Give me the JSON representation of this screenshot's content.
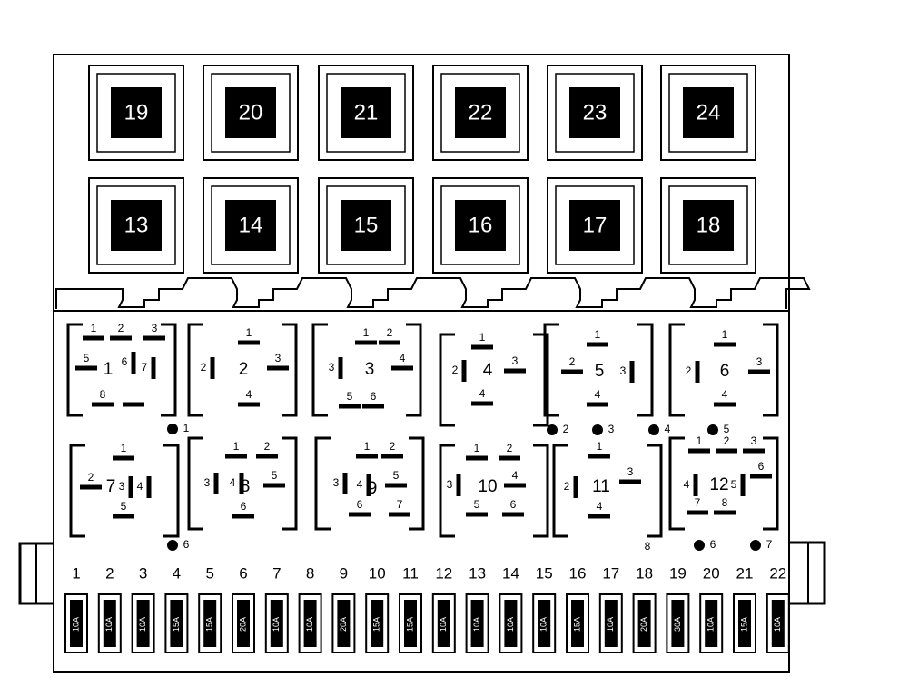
{
  "relays_top": [
    "19",
    "20",
    "21",
    "22",
    "23",
    "24"
  ],
  "relays_mid": [
    "13",
    "14",
    "15",
    "16",
    "17",
    "18"
  ],
  "relay_positions": [
    {
      "number": "1",
      "pins": [
        "1",
        "2",
        "3",
        "5",
        "6",
        "7",
        "8"
      ]
    },
    {
      "number": "2",
      "pins": [
        "1",
        "2",
        "3",
        "4"
      ]
    },
    {
      "number": "3",
      "pins": [
        "1",
        "2",
        "3",
        "4",
        "5",
        "6"
      ]
    },
    {
      "number": "4",
      "pins": [
        "1",
        "2",
        "3",
        "4"
      ]
    },
    {
      "number": "5",
      "pins": [
        "1",
        "2",
        "3",
        "4"
      ]
    },
    {
      "number": "6",
      "pins": [
        "1",
        "2",
        "3",
        "4"
      ]
    },
    {
      "number": "7",
      "pins": [
        "1",
        "2",
        "3",
        "4",
        "5"
      ]
    },
    {
      "number": "8",
      "pins": [
        "1",
        "2",
        "3",
        "4",
        "5",
        "6"
      ]
    },
    {
      "number": "9",
      "pins": [
        "1",
        "2",
        "3",
        "4",
        "5",
        "6",
        "7"
      ]
    },
    {
      "number": "10",
      "pins": [
        "1",
        "2",
        "3",
        "4",
        "5",
        "6"
      ]
    },
    {
      "number": "11",
      "pins": [
        "1",
        "2",
        "3",
        "4"
      ]
    },
    {
      "number": "12",
      "pins": [
        "1",
        "2",
        "3",
        "4",
        "5",
        "6",
        "7",
        "8"
      ]
    }
  ],
  "markers": [
    "1",
    "2",
    "3",
    "4",
    "5",
    "6",
    "6",
    "7",
    "8"
  ],
  "fuses": [
    {
      "number": "1",
      "rating": "10A"
    },
    {
      "number": "2",
      "rating": "10A"
    },
    {
      "number": "3",
      "rating": "10A"
    },
    {
      "number": "4",
      "rating": "15A"
    },
    {
      "number": "5",
      "rating": "15A"
    },
    {
      "number": "6",
      "rating": "20A"
    },
    {
      "number": "7",
      "rating": "10A"
    },
    {
      "number": "8",
      "rating": "10A"
    },
    {
      "number": "9",
      "rating": "20A"
    },
    {
      "number": "10",
      "rating": "15A"
    },
    {
      "number": "11",
      "rating": "15A"
    },
    {
      "number": "12",
      "rating": "10A"
    },
    {
      "number": "13",
      "rating": "10A"
    },
    {
      "number": "14",
      "rating": "10A"
    },
    {
      "number": "15",
      "rating": "10A"
    },
    {
      "number": "16",
      "rating": "15A"
    },
    {
      "number": "17",
      "rating": "10A"
    },
    {
      "number": "18",
      "rating": "20A"
    },
    {
      "number": "19",
      "rating": "30A"
    },
    {
      "number": "20",
      "rating": "10A"
    },
    {
      "number": "21",
      "rating": "15A"
    },
    {
      "number": "22",
      "rating": "10A"
    }
  ]
}
